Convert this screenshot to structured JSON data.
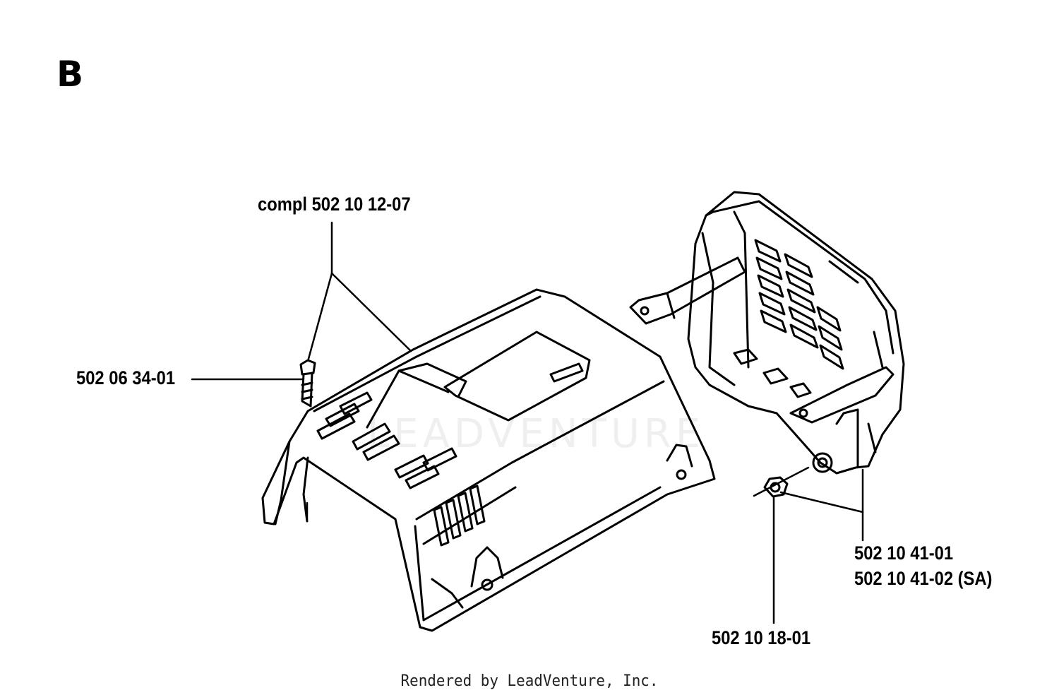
{
  "section_letter": "B",
  "callouts": {
    "cover_assembly": "compl 502 10 12-07",
    "screw": "502 06 34-01",
    "part_a": "502 10 41-01",
    "part_b": "502 10 41-02 (SA)",
    "nut": "502 10 18-01"
  },
  "watermark": "LEADVENTURE",
  "footer": "Rendered by LeadVenture, Inc."
}
